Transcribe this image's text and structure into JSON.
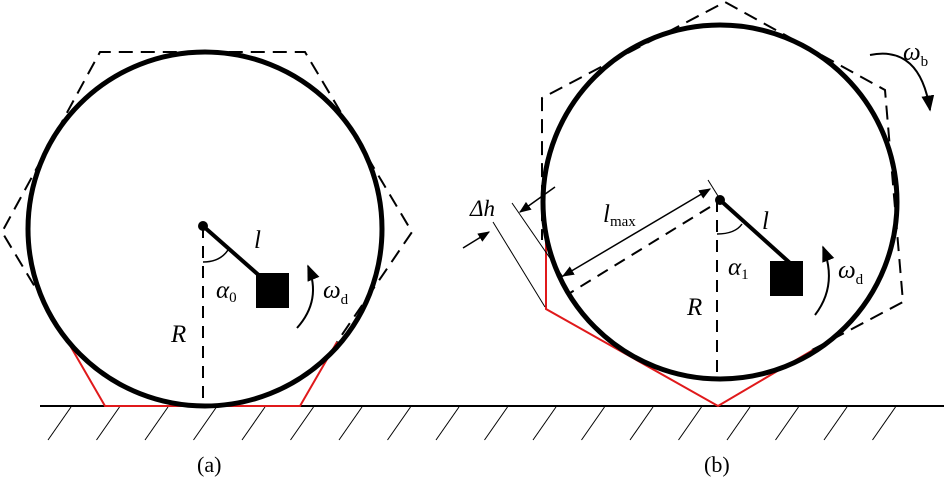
{
  "colors": {
    "outline": "#000000",
    "contact_polygon": "#e0191b"
  },
  "panel_a": {
    "caption": "(a)",
    "labels": {
      "l": "l",
      "alpha": "α",
      "alpha_sub": "0",
      "R": "R",
      "omega": "ω",
      "omega_sub": "d"
    }
  },
  "panel_b": {
    "caption": "(b)",
    "labels": {
      "l": "l",
      "alpha": "α",
      "alpha_sub": "1",
      "R": "R",
      "omega_d": "ω",
      "omega_d_sub": "d",
      "omega_b": "ω",
      "omega_b_sub": "b",
      "lmax": "l",
      "lmax_sub": "max",
      "dh": "Δh"
    }
  }
}
